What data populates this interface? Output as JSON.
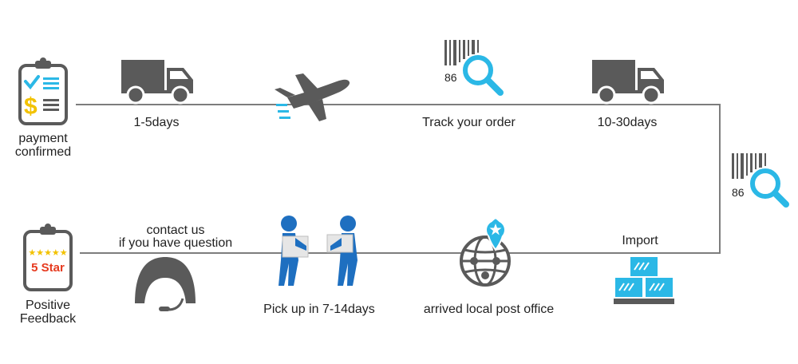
{
  "steps": {
    "payment": {
      "line1": "payment",
      "line2": "confirmed"
    },
    "ship1": {
      "label": "1-5days"
    },
    "track": {
      "label": "Track your order",
      "code": "86"
    },
    "ship2": {
      "label": "10-30days"
    },
    "track2": {
      "code": "86"
    },
    "import": {
      "label": "Import"
    },
    "post": {
      "label": "arrived local post office"
    },
    "pickup": {
      "label": "Pick up in 7-14days"
    },
    "contact": {
      "line1": "contact us",
      "line2": "if you have question"
    },
    "feedback": {
      "line1": "Positive",
      "line2": "Feedback",
      "badge": "5 Star",
      "stars": "★★★★★"
    }
  },
  "colors": {
    "gray": "#5a5a5a",
    "cyan": "#2bb8e6",
    "blue": "#1e6fc0",
    "red": "#e63a1f",
    "gold": "#f2c200",
    "line": "#7d7d7d"
  }
}
